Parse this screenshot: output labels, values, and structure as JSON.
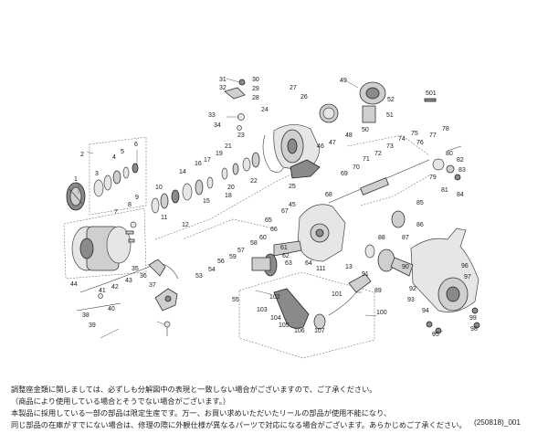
{
  "notes": [
    "調整座金類に関しましては、必ずしも分解図中の表現と一致しない場合がございますので、ご了承ください。",
    "（商品により使用している場合とそうでない場合がございます。）",
    "本製品に採用している一部の部品は限定生産です。万一、お買い求めいただいたリールの部品が使用不能になり、",
    "同じ部品の在庫がすでにない場合は、修理の際に外観仕様が異なるパーツで対応になる場合がございます。あらかじめご了承ください。"
  ],
  "drawing_code": "(250818)_001",
  "callouts": [
    "1",
    "2",
    "3",
    "4",
    "5",
    "6",
    "7",
    "8",
    "9",
    "10",
    "11",
    "12",
    "13",
    "14",
    "15",
    "16",
    "17",
    "18",
    "19",
    "20",
    "21",
    "22",
    "23",
    "24",
    "25",
    "26",
    "27",
    "28",
    "29",
    "30",
    "31",
    "32",
    "33",
    "34",
    "35",
    "36",
    "37",
    "38",
    "39",
    "40",
    "41",
    "42",
    "43",
    "44",
    "45",
    "46",
    "47",
    "48",
    "49",
    "50",
    "501",
    "51",
    "52",
    "53",
    "54",
    "55",
    "56",
    "57",
    "58",
    "59",
    "60",
    "61",
    "62",
    "63",
    "64",
    "65",
    "66",
    "67",
    "68",
    "69",
    "70",
    "71",
    "72",
    "73",
    "74",
    "75",
    "76",
    "77",
    "78",
    "79",
    "80",
    "81",
    "82",
    "83",
    "84",
    "85",
    "86",
    "87",
    "88",
    "89",
    "90",
    "91",
    "92",
    "93",
    "94",
    "95",
    "96",
    "97",
    "98",
    "99",
    "100",
    "101",
    "102",
    "103",
    "104",
    "105",
    "106",
    "107",
    "111"
  ]
}
